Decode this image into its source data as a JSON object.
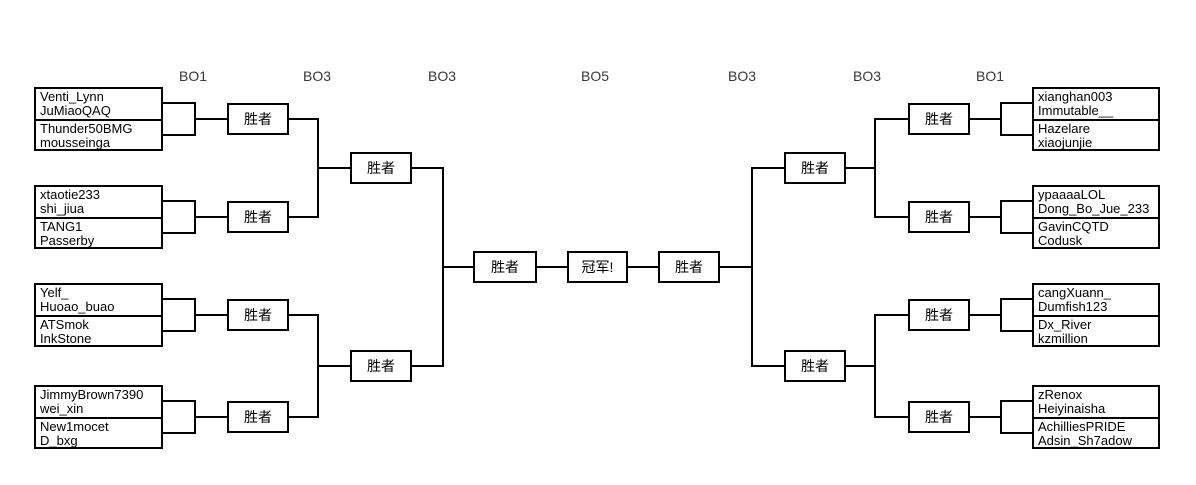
{
  "bracket": {
    "winner_label": "胜者",
    "champion_label": "冠军!",
    "round_labels": [
      "BO1",
      "BO3",
      "BO3",
      "BO5",
      "BO3",
      "BO3",
      "BO1"
    ],
    "left_groups": [
      {
        "team_a": [
          "Venti_Lynn",
          "JuMiaoQAQ"
        ],
        "team_b": [
          "Thunder50BMG",
          "mousseinga"
        ]
      },
      {
        "team_a": [
          "xtaotie233",
          "shi_jiua"
        ],
        "team_b": [
          "TANG1",
          "Passerby"
        ]
      },
      {
        "team_a": [
          "Yelf_",
          "Huoao_buao"
        ],
        "team_b": [
          "ATSmok",
          "InkStone"
        ]
      },
      {
        "team_a": [
          "JimmyBrown7390",
          "wei_xin"
        ],
        "team_b": [
          "New1mocet",
          "D_bxg"
        ]
      }
    ],
    "right_groups": [
      {
        "team_a": [
          "xianghan003",
          "Immutable__"
        ],
        "team_b": [
          "Hazelare",
          "xiaojunjie"
        ]
      },
      {
        "team_a": [
          "ypaaaaLOL",
          "Dong_Bo_Jue_233"
        ],
        "team_b": [
          "GavinCQTD",
          "Codusk"
        ]
      },
      {
        "team_a": [
          "cangXuann_",
          "Dumfish123"
        ],
        "team_b": [
          "Dx_River",
          "kzmillion"
        ]
      },
      {
        "team_a": [
          "zRenox",
          "Heiyinaisha"
        ],
        "team_b": [
          "AchilliesPRIDE",
          "Adsin_Sh7adow"
        ]
      }
    ]
  }
}
